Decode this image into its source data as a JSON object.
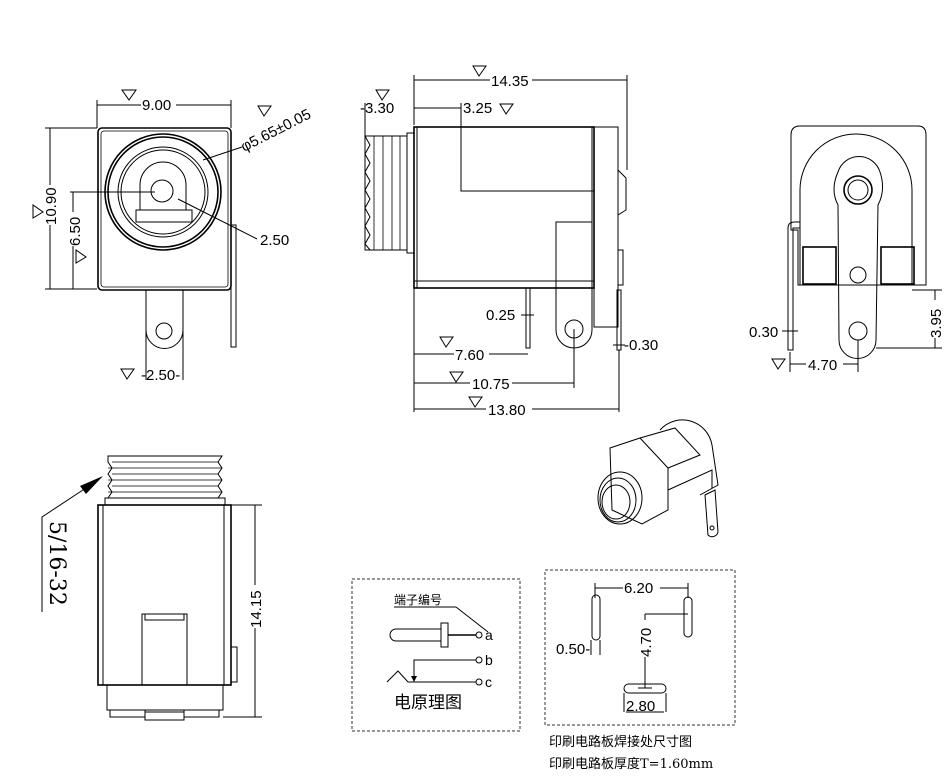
{
  "drawing": {
    "title": "DC jack / 5/16-32 threaded socket dimension drawing",
    "front_view": {
      "width_dim": "9.00",
      "diameter_dim": "φ5.65±0.05",
      "height_dim": "10.90",
      "center_height_dim": "6.50",
      "pin_dim": "2.50",
      "pin_width_dim": "2.50"
    },
    "side_view": {
      "overall_length_dim": "14.35",
      "thread_length_dim": "3.30",
      "step_dim": "3.25",
      "pin_thickness_dim": "0.25",
      "pin1_offset_dim": "7.60",
      "pin2_offset_dim": "10.75",
      "body_length_dim": "13.80",
      "rear_pin_thickness_dim": "0.30"
    },
    "rear_view": {
      "pin_thickness_dim": "0.30",
      "pin_spacing_dim": "4.70",
      "pin_height_dim": "3.95"
    },
    "bottom_view": {
      "thread_spec": "5/16-32",
      "length_dim": "14.15"
    },
    "schematic": {
      "terminal_label": "端子编号",
      "terminals": [
        "a",
        "b",
        "c"
      ],
      "caption": "电原理图"
    },
    "pcb_layout": {
      "pad_spacing_dim": "6.20",
      "pad_width_dim": "0.50",
      "vertical_dim": "4.70",
      "pad_length_dim": "2.80",
      "caption_line1": "印刷电路板焊接处尺寸图",
      "caption_line2": "印刷电路板厚度T=1.60mm"
    }
  }
}
